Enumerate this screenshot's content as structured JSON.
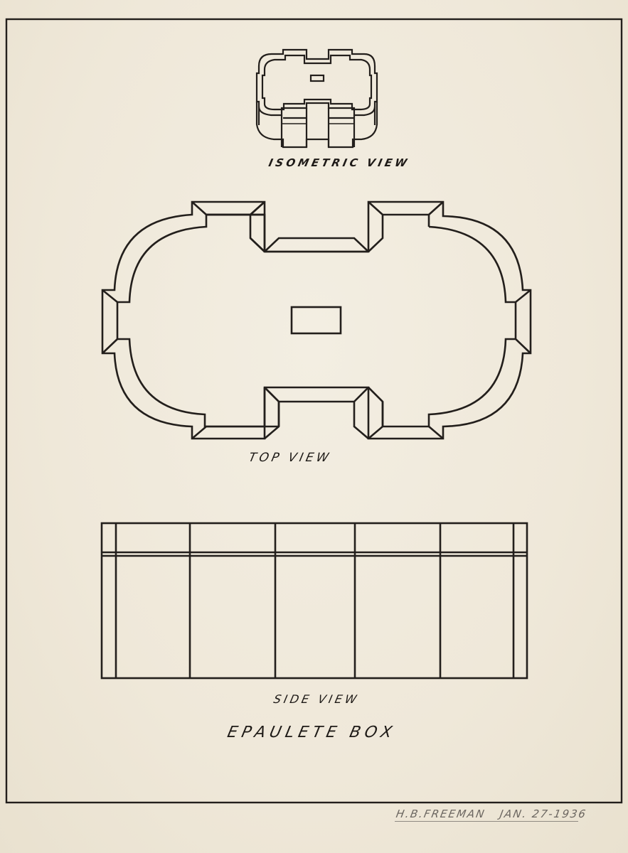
{
  "drawing": {
    "title": "EPAULETE BOX",
    "views": [
      {
        "id": "isometric",
        "label": "ISOMETRIC VIEW"
      },
      {
        "id": "top",
        "label": "TOP VIEW"
      },
      {
        "id": "side",
        "label": "SIDE VIEW"
      }
    ],
    "signature": {
      "name": "H.B.FREEMAN",
      "date": "JAN. 27-1936"
    },
    "colors": {
      "paper": "#efe8da",
      "ink": "#231f1c",
      "pencil": "#6b6660"
    }
  }
}
